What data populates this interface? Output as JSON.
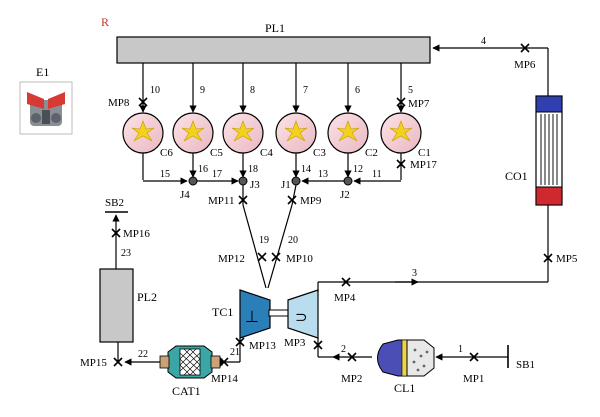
{
  "marker_R": "R",
  "components": {
    "PL1": "PL1",
    "PL2": "PL2",
    "CO1": "CO1",
    "TC1": "TC1",
    "CL1": "CL1",
    "CAT1": "CAT1",
    "E1": "E1",
    "SB1": "SB1",
    "SB2": "SB2",
    "C1": "C1",
    "C2": "C2",
    "C3": "C3",
    "C4": "C4",
    "C5": "C5",
    "C6": "C6",
    "J1": "J1",
    "J2": "J2",
    "J3": "J3",
    "J4": "J4"
  },
  "measure_points": {
    "MP1": "MP1",
    "MP2": "MP2",
    "MP3": "MP3",
    "MP4": "MP4",
    "MP5": "MP5",
    "MP6": "MP6",
    "MP7": "MP7",
    "MP8": "MP8",
    "MP9": "MP9",
    "MP10": "MP10",
    "MP11": "MP11",
    "MP12": "MP12",
    "MP13": "MP13",
    "MP14": "MP14",
    "MP15": "MP15",
    "MP16": "MP16",
    "MP17": "MP17"
  },
  "streams": {
    "s1": "1",
    "s2": "2",
    "s3": "3",
    "s4": "4",
    "s5": "5",
    "s6": "6",
    "s7": "7",
    "s8": "8",
    "s9": "9",
    "s10": "10",
    "s11": "11",
    "s12": "12",
    "s13": "13",
    "s14": "14",
    "s15": "15",
    "s16": "16",
    "s17": "17",
    "s18": "18",
    "s19": "19",
    "s20": "20",
    "s21": "21",
    "s22": "22",
    "s23": "23"
  },
  "turbine_symbol": "⊥",
  "compressor_symbol": "⊃",
  "colors": {
    "plenum": "#c8c8c8",
    "cylinder": "#f4d2d8",
    "spark": "#f2d21b",
    "cooler_top": "#2f3fb0",
    "cooler_bottom": "#d0282f",
    "turbine": "#2a7fb8",
    "compressor": "#b9dcee",
    "air_cleaner": "#4b4fb5",
    "catalyst": "#3aa6a6",
    "marker_R": "#c0392b"
  }
}
